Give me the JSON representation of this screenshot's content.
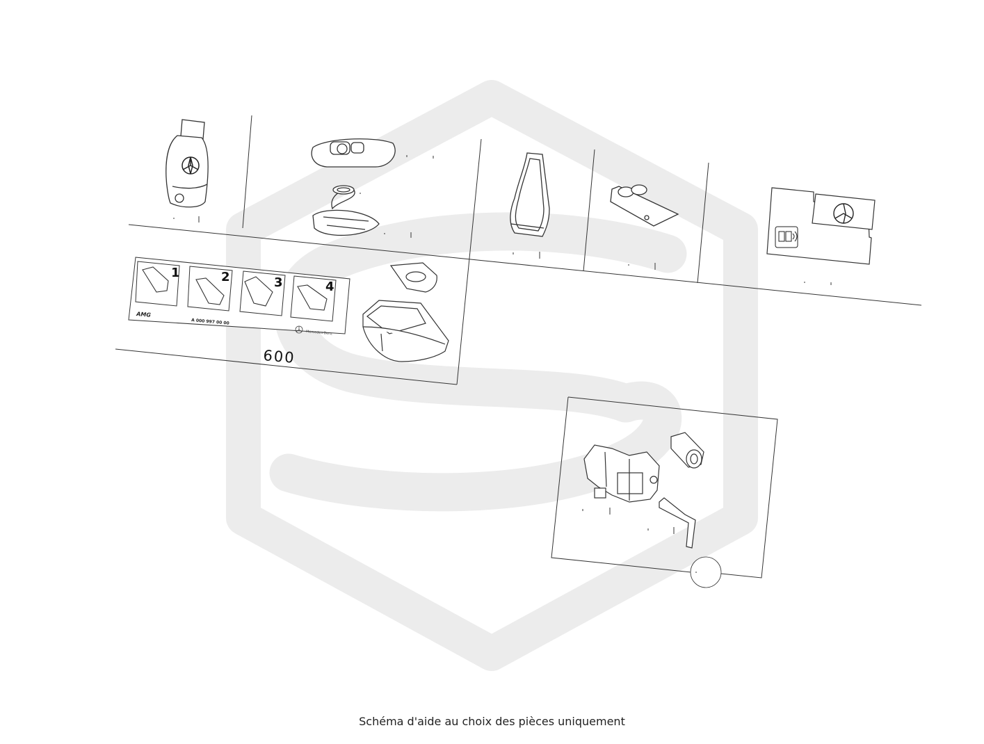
{
  "caption": "Schéma d'aide au choix des pièces uniquement",
  "group_number": "600",
  "steps": [
    "1",
    "2",
    "3",
    "4"
  ],
  "instruction_card": {
    "part_number": "A 000 997 00 00",
    "brand_text": "Mercedes-Benz",
    "amg_logo_text": "AMG"
  },
  "colors": {
    "line": "#333333",
    "watermark": "#ececec",
    "background": "#ffffff"
  },
  "icons": [
    "mercedes-star-icon",
    "keyless-go-card-icon"
  ]
}
